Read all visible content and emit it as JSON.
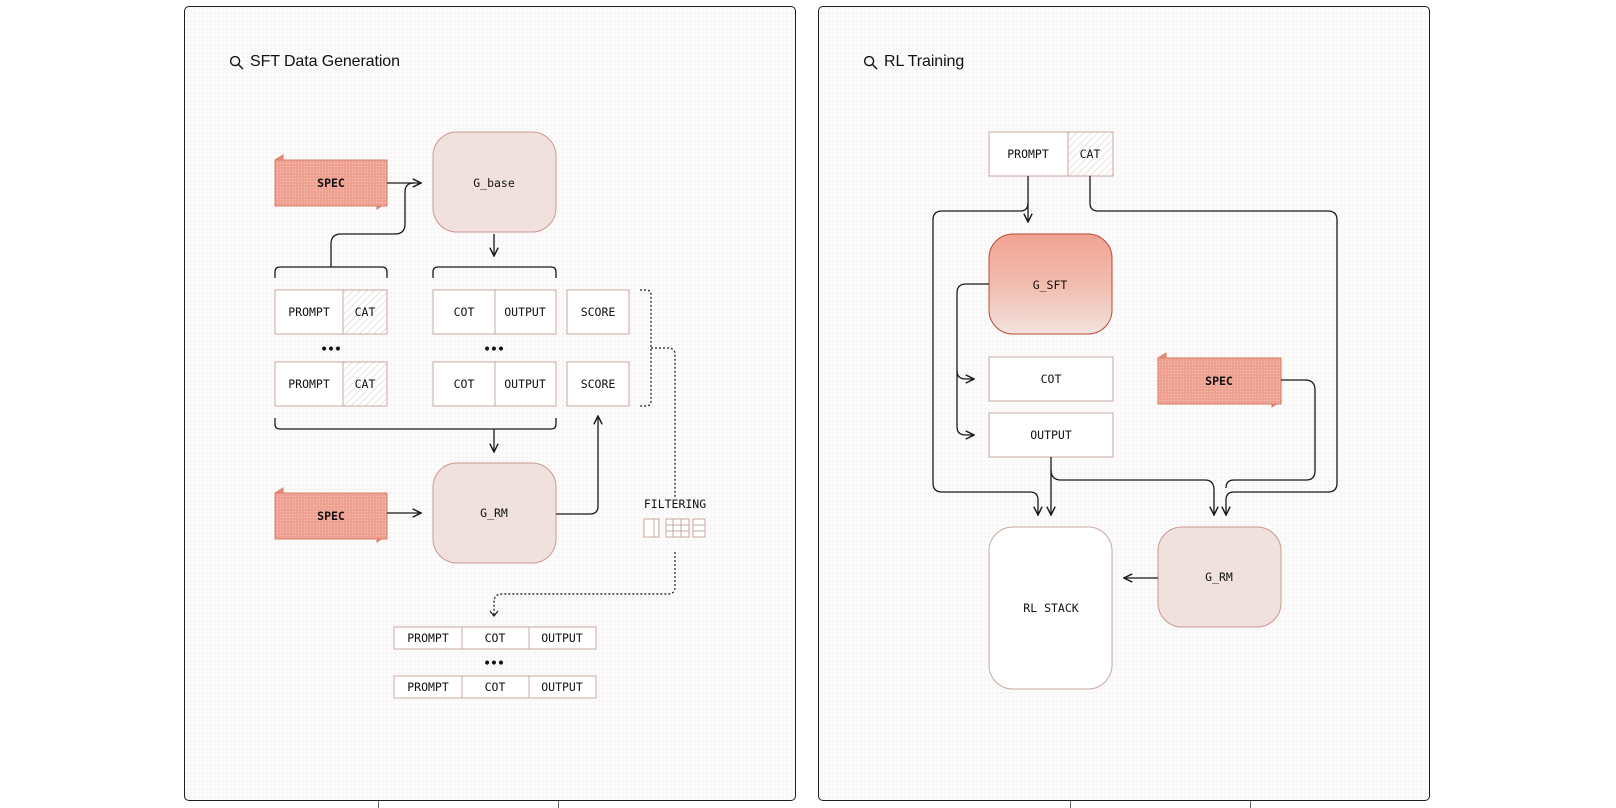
{
  "panels": {
    "left": {
      "title": "SFT Data Generation",
      "icon": "search-icon"
    },
    "right": {
      "title": "RL Training",
      "icon": "search-icon"
    }
  },
  "labels": {
    "spec": "SPEC",
    "g_base": "G_base",
    "g_rm": "G_RM",
    "g_sft": "G_SFT",
    "prompt": "PROMPT",
    "cat": "CAT",
    "cot": "COT",
    "output": "OUTPUT",
    "score": "SCORE",
    "filtering": "FILTERING",
    "rl_stack": "RL STACK",
    "ellipsis": "•••"
  },
  "colors": {
    "spec_fill": "#eea493",
    "spec_stroke": "#d97a64",
    "model_fill": "#f1e1de",
    "model_stroke": "#c99990",
    "sft_top": "#f0a797",
    "sft_stroke": "#b84a35",
    "box_stroke": "#c9a8a1",
    "line": "#1a1a1a"
  }
}
